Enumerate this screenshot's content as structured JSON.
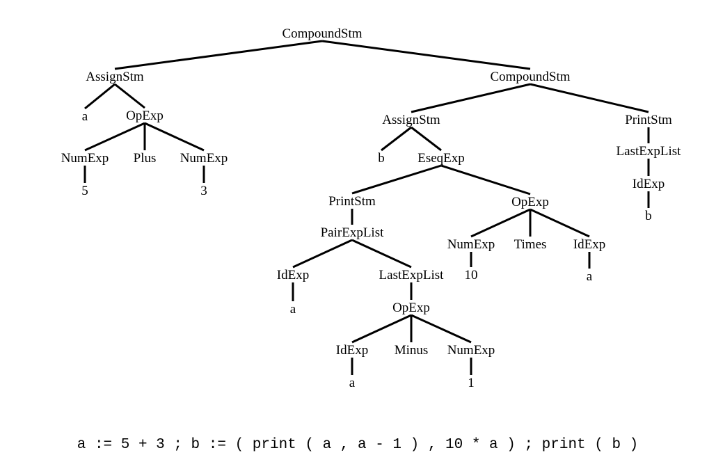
{
  "diagram": {
    "type": "syntax-tree",
    "nodes": [
      {
        "id": "n1",
        "label": "CompoundStm",
        "parent": null
      },
      {
        "id": "n2",
        "label": "AssignStm",
        "parent": "n1"
      },
      {
        "id": "n3",
        "label": "a",
        "parent": "n2"
      },
      {
        "id": "n4",
        "label": "OpExp",
        "parent": "n2"
      },
      {
        "id": "n5",
        "label": "NumExp",
        "parent": "n4"
      },
      {
        "id": "n6",
        "label": "Plus",
        "parent": "n4"
      },
      {
        "id": "n7",
        "label": "NumExp",
        "parent": "n4"
      },
      {
        "id": "n8",
        "label": "5",
        "parent": "n5"
      },
      {
        "id": "n9",
        "label": "3",
        "parent": "n7"
      },
      {
        "id": "n10",
        "label": "CompoundStm",
        "parent": "n1"
      },
      {
        "id": "n11",
        "label": "AssignStm",
        "parent": "n10"
      },
      {
        "id": "n12",
        "label": "b",
        "parent": "n11"
      },
      {
        "id": "n13",
        "label": "EseqExp",
        "parent": "n11"
      },
      {
        "id": "n14",
        "label": "PrintStm",
        "parent": "n13"
      },
      {
        "id": "n15",
        "label": "PairExpList",
        "parent": "n14"
      },
      {
        "id": "n16",
        "label": "IdExp",
        "parent": "n15"
      },
      {
        "id": "n17",
        "label": "a",
        "parent": "n16"
      },
      {
        "id": "n18",
        "label": "LastExpList",
        "parent": "n15"
      },
      {
        "id": "n19",
        "label": "OpExp",
        "parent": "n18"
      },
      {
        "id": "n20",
        "label": "IdExp",
        "parent": "n19"
      },
      {
        "id": "n21",
        "label": "Minus",
        "parent": "n19"
      },
      {
        "id": "n22",
        "label": "NumExp",
        "parent": "n19"
      },
      {
        "id": "n23",
        "label": "a",
        "parent": "n20"
      },
      {
        "id": "n24",
        "label": "1",
        "parent": "n22"
      },
      {
        "id": "n25",
        "label": "OpExp",
        "parent": "n13"
      },
      {
        "id": "n26",
        "label": "NumExp",
        "parent": "n25"
      },
      {
        "id": "n27",
        "label": "Times",
        "parent": "n25"
      },
      {
        "id": "n28",
        "label": "IdExp",
        "parent": "n25"
      },
      {
        "id": "n29",
        "label": "10",
        "parent": "n26"
      },
      {
        "id": "n30",
        "label": "a",
        "parent": "n28"
      },
      {
        "id": "n31",
        "label": "PrintStm",
        "parent": "n10"
      },
      {
        "id": "n32",
        "label": "LastExpList",
        "parent": "n31"
      },
      {
        "id": "n33",
        "label": "IdExp",
        "parent": "n32"
      },
      {
        "id": "n34",
        "label": "b",
        "parent": "n33"
      }
    ]
  },
  "source_code": "a := 5 + 3 ; b := ( print ( a , a - 1 ) , 10 * a ) ; print ( b )"
}
